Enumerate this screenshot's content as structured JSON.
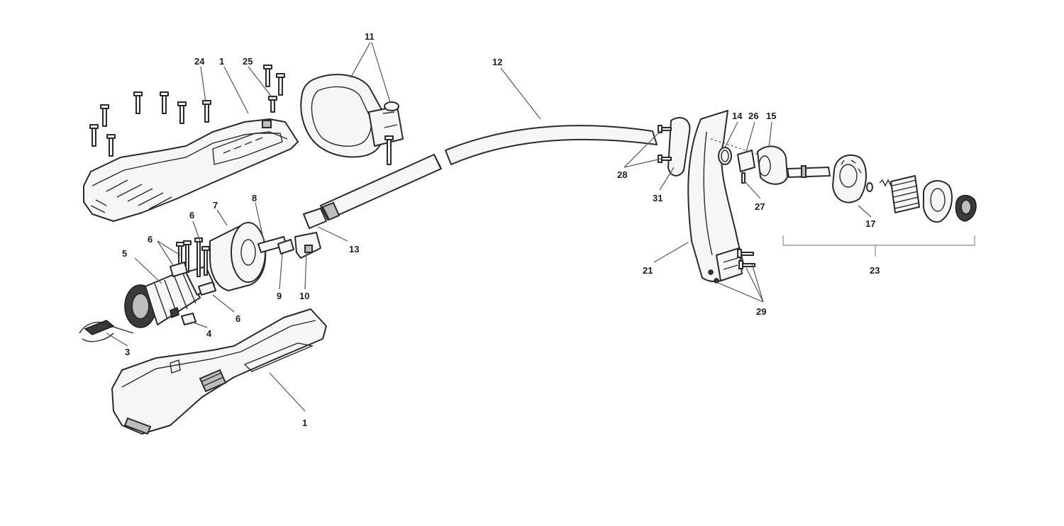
{
  "callouts": {
    "c1_top": "1",
    "c1_bottom": "1",
    "c3": "3",
    "c4": "4",
    "c5": "5",
    "c6_a": "6",
    "c6_b": "6",
    "c6_c": "6",
    "c7": "7",
    "c8": "8",
    "c9": "9",
    "c10": "10",
    "c11": "11",
    "c12": "12",
    "c13": "13",
    "c14": "14",
    "c15": "15",
    "c17": "17",
    "c21": "21",
    "c23": "23",
    "c24": "24",
    "c25": "25",
    "c26": "26",
    "c27": "27",
    "c28": "28",
    "c29": "29",
    "c31": "31"
  }
}
